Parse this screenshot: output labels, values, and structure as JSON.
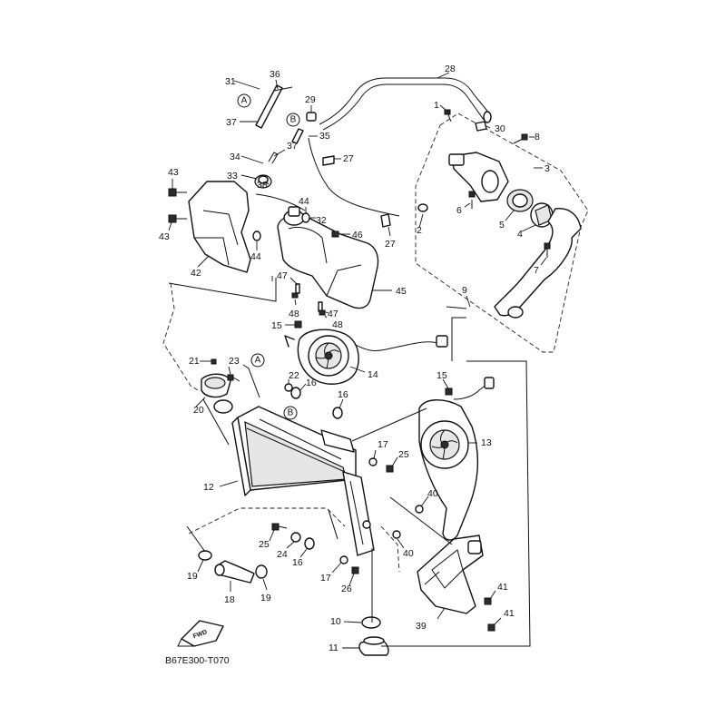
{
  "diagram": {
    "code": "B67E300-T070",
    "fwd_label": "FWD",
    "callouts": [
      "A",
      "B"
    ],
    "labels": {
      "l1": "1",
      "l2": "2",
      "l3": "3",
      "l4": "4",
      "l5": "5",
      "l6": "6",
      "l7": "7",
      "l8": "8",
      "l9": "9",
      "l10": "10",
      "l11": "11",
      "l12": "12",
      "l13": "13",
      "l14": "14",
      "l15a": "15",
      "l15b": "15",
      "l16a": "16",
      "l16b": "16",
      "l16c": "16",
      "l17a": "17",
      "l17b": "17",
      "l18": "18",
      "l19a": "19",
      "l19b": "19",
      "l20": "20",
      "l21": "21",
      "l22": "22",
      "l23": "23",
      "l24": "24",
      "l25a": "25",
      "l25b": "25",
      "l26": "26",
      "l27a": "27",
      "l27b": "27",
      "l28": "28",
      "l29": "29",
      "l30": "30",
      "l31": "31",
      "l32": "32",
      "l33": "33",
      "l34": "34",
      "l35": "35",
      "l36": "36",
      "l37a": "37",
      "l37b": "37",
      "l38": "38",
      "l39": "39",
      "l40a": "40",
      "l40b": "40",
      "l41a": "41",
      "l41b": "41",
      "l42": "42",
      "l43a": "43",
      "l43b": "43",
      "l44a": "44",
      "l44b": "44",
      "l45": "45",
      "l46": "46",
      "l47a": "47",
      "l47b": "47",
      "l48a": "48",
      "l48b": "48"
    }
  }
}
